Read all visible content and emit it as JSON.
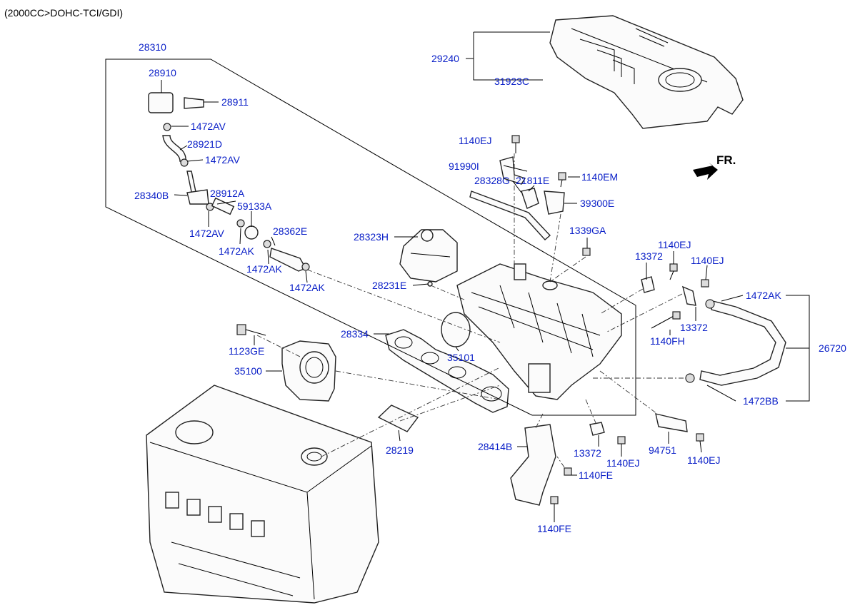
{
  "header": {
    "variant": "(2000CC>DOHC-TCI/GDI)"
  },
  "orientation": {
    "label": "FR."
  },
  "colors": {
    "label": "#0b20c8",
    "line": "#000000"
  },
  "parts": {
    "p28310": "28310",
    "p28910": "28910",
    "p28911": "28911",
    "p1472AV_a": "1472AV",
    "p28921D": "28921D",
    "p1472AV_b": "1472AV",
    "p28340B": "28340B",
    "p28912A": "28912A",
    "p59133A": "59133A",
    "p1472AV_c": "1472AV",
    "p28362E": "28362E",
    "p1472AK_a": "1472AK",
    "p1472AK_b": "1472AK",
    "p1472AK_c": "1472AK",
    "p29240": "29240",
    "p31923C": "31923C",
    "p1140EJ_a": "1140EJ",
    "p91990I": "91990I",
    "p28328G": "28328G",
    "p21811E": "21811E",
    "p1140EM": "1140EM",
    "p39300E": "39300E",
    "p28323H": "28323H",
    "p1339GA": "1339GA",
    "p1140EJ_b": "1140EJ",
    "p13372_a": "13372",
    "p1140EJ_c": "1140EJ",
    "p28231E": "28231E",
    "p1472AK_d": "1472AK",
    "p28334": "28334",
    "p35101": "35101",
    "p13372_b": "13372",
    "p1140FH": "1140FH",
    "p26720": "26720",
    "p1123GE": "1123GE",
    "p35100": "35100",
    "p1472BB": "1472BB",
    "p28219": "28219",
    "p28414B": "28414B",
    "p13372_c": "13372",
    "p1140EJ_d": "1140EJ",
    "p94751": "94751",
    "p1140EJ_e": "1140EJ",
    "p1140FE_a": "1140FE",
    "p1140FE_b": "1140FE"
  }
}
